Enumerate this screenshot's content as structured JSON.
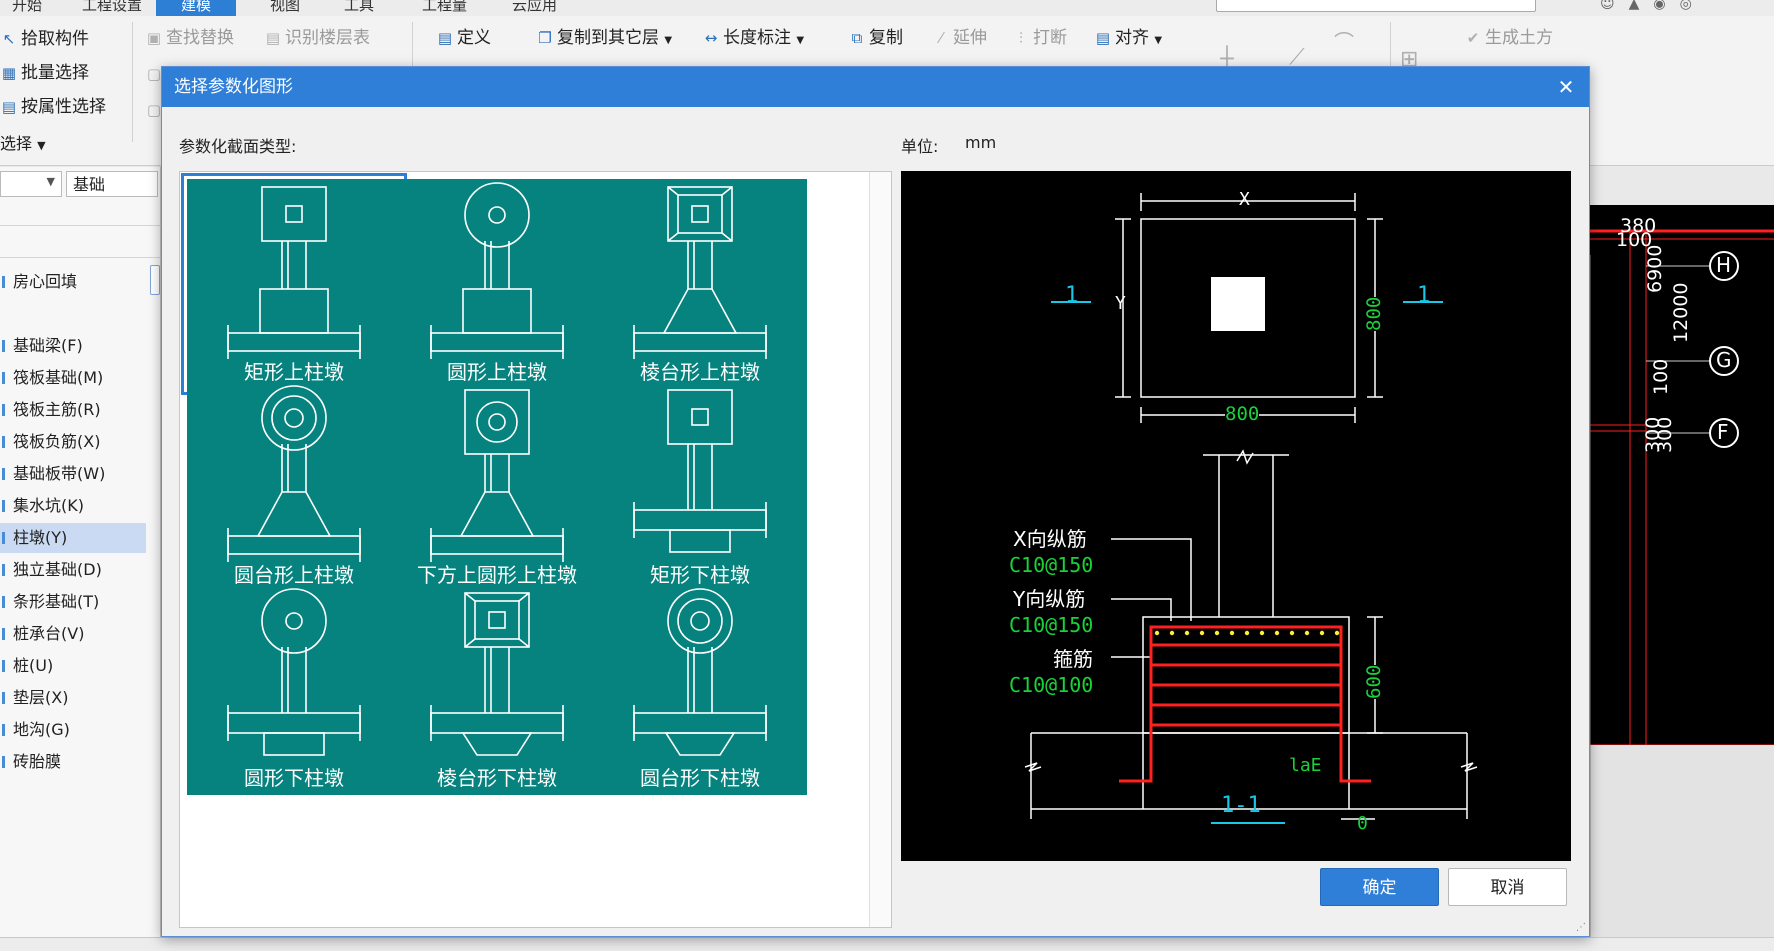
{
  "menu": {
    "items": [
      "开始",
      "工程设置",
      "建模",
      "视图",
      "工具",
      "工程量",
      "云应用"
    ],
    "active_index": 2
  },
  "ribbon": {
    "pick_component": "拾取构件",
    "batch_select": "批量选择",
    "select_by_property": "按属性选择",
    "select_group": "选择",
    "find_replace": "查找替换",
    "identify_floor_table": "识别楼层表",
    "define": "定义",
    "copy_to_other_floor": "复制到其它层",
    "length_dimension": "长度标注",
    "copy": "复制",
    "extend": "延伸",
    "break": "打断",
    "align": "对齐",
    "generate_earthwork": "生成土方"
  },
  "left_panel": {
    "floor_value": "基础",
    "items": [
      "房心回填",
      "基础梁(F)",
      "筏板基础(M)",
      "筏板主筋(R)",
      "筏板负筋(X)",
      "基础板带(W)",
      "集水坑(K)",
      "柱墩(Y)",
      "独立基础(D)",
      "条形基础(T)",
      "桩承台(V)",
      "桩(U)",
      "垫层(X)",
      "地沟(G)",
      "砖胎膜"
    ],
    "selected_index": 7
  },
  "dialog": {
    "title": "选择参数化图形",
    "close_icon": "close-icon",
    "section_type_label": "参数化截面类型:",
    "unit_label": "单位:",
    "unit_value": "mm",
    "ok": "确定",
    "cancel": "取消",
    "shapes": [
      "矩形上柱墩",
      "圆形上柱墩",
      "棱台形上柱墩",
      "圆台形上柱墩",
      "下方上圆形上柱墩",
      "矩形下柱墩",
      "圆形下柱墩",
      "棱台形下柱墩",
      "圆台形下柱墩"
    ],
    "selected_shape_index": 0,
    "preview": {
      "dim_x": "X",
      "dim_y": "Y",
      "dim_width": "800",
      "dim_height": "800",
      "section_mark": "1",
      "x_rebar_label": "X向纵筋",
      "x_rebar_value": "C10@150",
      "y_rebar_label": "Y向纵筋",
      "y_rebar_value": "C10@150",
      "stirrup_label": "箍筋",
      "stirrup_value": "C10@100",
      "depth": "600",
      "anchor": "laE",
      "offset": "0",
      "section_title": "1-1"
    }
  },
  "cad_right": {
    "axis_labels": [
      "H",
      "G",
      "F"
    ],
    "dims": [
      "380",
      "100",
      "6900",
      "12000",
      "100",
      "300",
      "300"
    ]
  },
  "colors": {
    "accent": "#2f7fd8",
    "tile": "#06837e",
    "rebar_red": "#ff2020",
    "dim_green": "#19d23a",
    "label_cyan": "#19c8e6"
  }
}
